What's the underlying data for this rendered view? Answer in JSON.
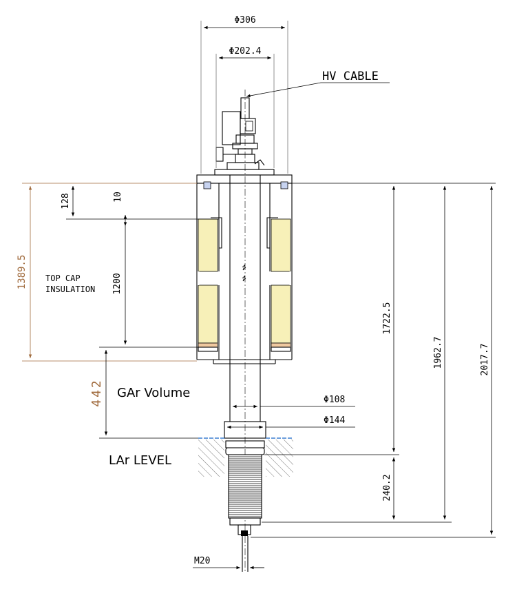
{
  "dimensions": {
    "d_outer": "Φ306",
    "d_flange": "Φ202.4",
    "cap_offset": "128",
    "gap": "10",
    "insulation_height": "1200",
    "top_cap_total": "1389.5",
    "gar_height": "442",
    "tube_dia": "Φ108",
    "sleeve_dia": "Φ144",
    "to_lar": "1722.5",
    "to_bellows_end": "1962.7",
    "total": "2017.7",
    "bellows_len": "240.2",
    "thread": "M20"
  },
  "labels": {
    "hv_cable": "HV CABLE",
    "top_cap_line1": "TOP CAP",
    "top_cap_line2": "INSULATION",
    "gar_volume": "GAr Volume",
    "lar_level": "LAr LEVEL"
  },
  "colors": {
    "insulation_fill": "#f7f0b8",
    "pad_fill": "#f0c9a0",
    "cap_fill": "#c7d3f0",
    "liquid_line": "#3b7fd0",
    "brown_dim": "#a06a3c"
  }
}
